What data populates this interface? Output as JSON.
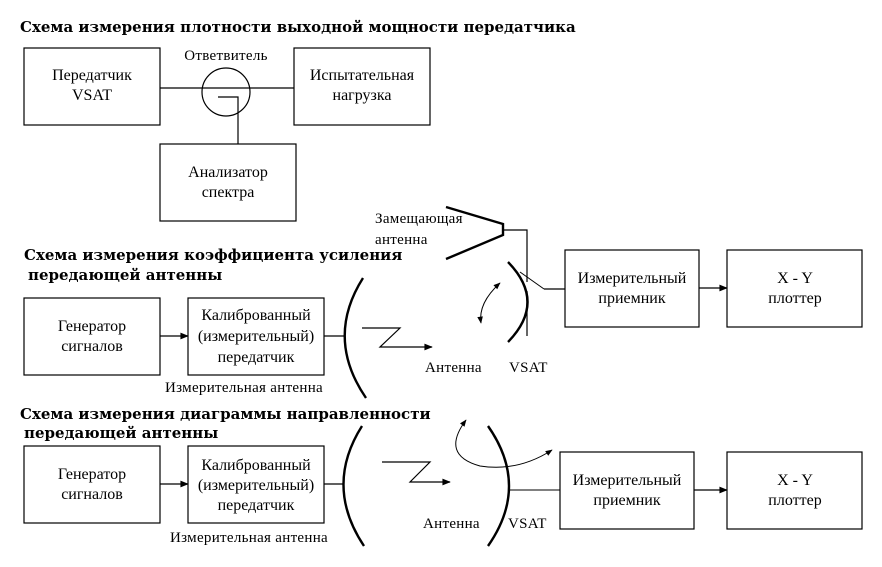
{
  "section1": {
    "title": "Схема измерения плотности выходной мощности передатчика",
    "transmitter": [
      "Передатчик",
      "VSAT"
    ],
    "coupler_label": "Ответвитель",
    "test_load": [
      "Испытательная",
      "нагрузка"
    ],
    "spectrum_analyzer": [
      "Анализатор",
      "спектра"
    ]
  },
  "section2": {
    "title": [
      "Схема измерения коэффициента усиления",
      "передающей антенны"
    ],
    "substitute_antenna": [
      "Замещающая",
      "антенна"
    ],
    "signal_generator": [
      "Генератор",
      "сигналов"
    ],
    "calibrated_transmitter": [
      "Калиброванный",
      "(измерительный)",
      "передатчик"
    ],
    "measuring_antenna": "Измерительная антенна",
    "antenna_label": "Антенна",
    "vsat_label": "VSAT",
    "receiver": [
      "Измерительный",
      "приемник"
    ],
    "plotter": [
      "X - Y",
      "плоттер"
    ]
  },
  "section3": {
    "title": [
      "Схема измерения диаграммы направленности",
      "передающей антенны"
    ],
    "signal_generator": [
      "Генератор",
      "сигналов"
    ],
    "calibrated_transmitter": [
      "Калиброванный",
      "(измерительный)",
      "передатчик"
    ],
    "measuring_antenna": "Измерительная антенна",
    "antenna_label": "Антенна",
    "vsat_label": "VSAT",
    "receiver": [
      "Измерительный",
      "приемник"
    ],
    "plotter": [
      "X - Y",
      "плоттер"
    ]
  }
}
